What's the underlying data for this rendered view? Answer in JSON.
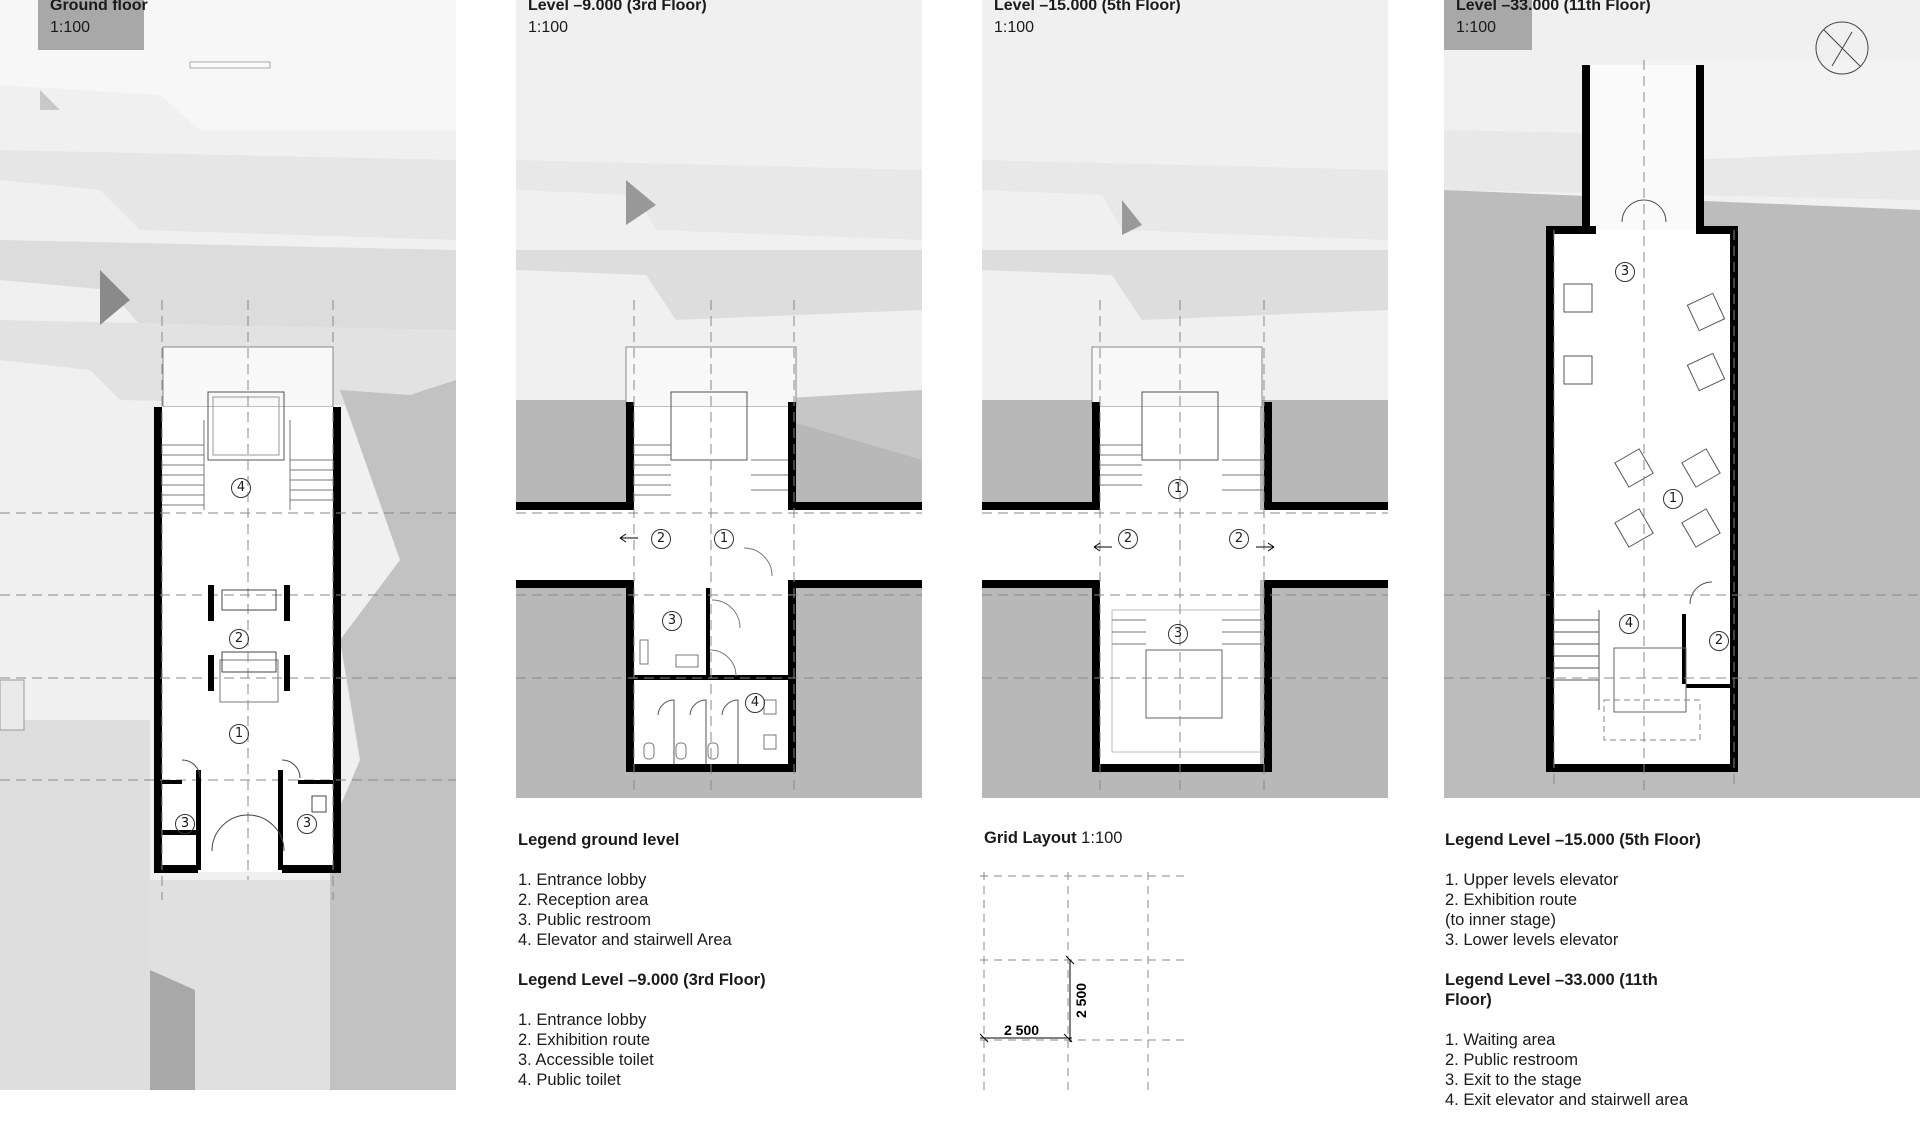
{
  "panels": [
    {
      "title": "Ground floor",
      "scale": "1:100"
    },
    {
      "title": "Level –9.000 (3rd Floor)",
      "scale": "1:100"
    },
    {
      "title": "Level –15.000 (5th Floor)",
      "scale": "1:100"
    },
    {
      "title": "Level –33.000 (11th Floor)",
      "scale": "1:100"
    }
  ],
  "legend_ground": {
    "heading": "Legend ground level",
    "items": [
      "1. Entrance lobby",
      "2. Reception area",
      "3. Public restroom",
      "4. Elevator and stairwell Area"
    ]
  },
  "legend_l9": {
    "heading": "Legend Level –9.000 (3rd Floor)",
    "items": [
      "1. Entrance lobby",
      "2. Exhibition route",
      "3. Accessible toilet",
      "4. Public toilet"
    ]
  },
  "grid": {
    "title_bold": "Grid Layout",
    "title_scale": " 1:100",
    "dim_horizontal": "2 500",
    "dim_vertical": "2 500"
  },
  "legend_l15": {
    "heading": "Legend Level –15.000 (5th Floor)",
    "items": [
      "1. Upper levels elevator",
      "2. Exhibition route",
      "(to inner stage)",
      "3. Lower levels elevator"
    ]
  },
  "legend_l33": {
    "heading": "Legend Level –33.000 (11th Floor)",
    "items": [
      "1. Waiting area",
      "2. Public restroom",
      "3. Exit to the stage",
      "4. Exit elevator and stairwell area"
    ]
  },
  "room_numbers": {
    "ground": [
      "4",
      "2",
      "1",
      "3",
      "3"
    ],
    "l9": [
      "2",
      "1",
      "3",
      "4"
    ],
    "l15": [
      "1",
      "2",
      "2",
      "3"
    ],
    "l33": [
      "3",
      "1",
      "4",
      "2"
    ]
  },
  "colors": {
    "wall": "#000000",
    "ground_dark": "#b4b4b4",
    "ground_mid": "#d2d2d2",
    "ground_light": "#e8e8e8"
  }
}
